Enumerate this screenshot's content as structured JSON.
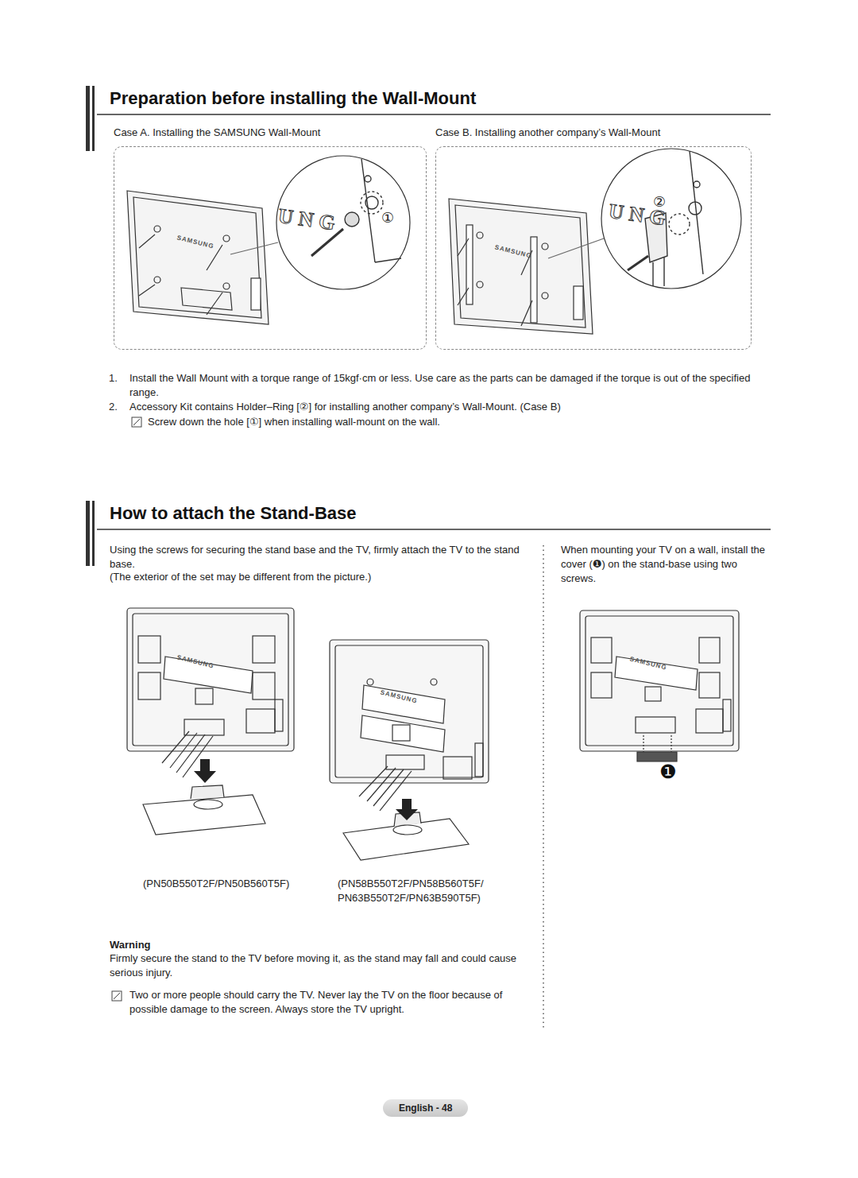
{
  "diagram": {
    "title": "Preparation before installing the Wall-Mount",
    "nodes": [
      {
        "text": [
          "Case A. Installing the SAMSUNG Wall-Mount"
        ]
      },
      {
        "text": [
          "Case B. Installing another company’s Wall-Mount"
        ]
      }
    ],
    "labels": [
      "UNG",
      "SAMSUNG",
      "①",
      "UNG",
      "SAMSUNG",
      "②",
      "1.",
      "Install the Wall Mount with a torque range of 15kgf·cm or less. Use care as the parts can be damaged if the torque is out of the specified range.",
      "2.",
      "Accessory Kit contains Holder–Ring [②] for installing another company’s Wall-Mount. (Case B)",
      "Screw down the hole [①] when installing wall-mount on the wall.",
      "How to attach the Stand-Base",
      "Using the screws for securing the stand base and the TV, firmly attach the TV to the stand base.",
      "(The exterior of the set may be different from the picture.)",
      "When mounting your TV on a wall, install the cover (❶) on the stand-base using two screws.",
      "SAMSUNG",
      "SAMSUNG",
      "SAMSUNG",
      "❶",
      "(PN50B550T2F/PN50B560T5F)",
      "(PN58B550T2F/PN58B560T5F/ PN63B550T2F/PN63B590T5F)",
      "Warning",
      "Firmly secure the stand to the TV before moving it, as the stand may fall and could cause serious injury.",
      "Two or more people should carry the TV. Never lay the TV on the floor because of possible damage to the screen. Always store the TV upright.",
      "English - 48"
    ]
  }
}
